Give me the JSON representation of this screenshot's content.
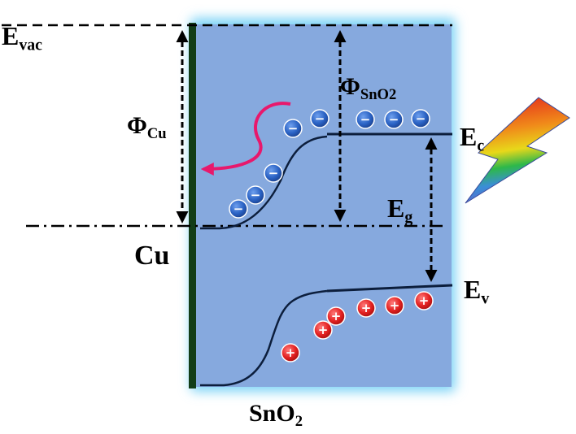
{
  "labels": {
    "evac": {
      "main": "E",
      "sub": "vac"
    },
    "phi_cu": {
      "main": "Φ",
      "sub": "Cu"
    },
    "phi_sno2": {
      "main": "Φ",
      "sub": "SnO2"
    },
    "ec": {
      "main": "E",
      "sub": "c"
    },
    "eg": {
      "main": "E",
      "sub": "g"
    },
    "ev": {
      "main": "E",
      "sub": "v"
    },
    "cu": "Cu",
    "sno2": {
      "main": "SnO",
      "sub": "2"
    }
  },
  "electron_symbol": "−",
  "hole_symbol": "+",
  "colors": {
    "semiconductor_fill": "#86a9de",
    "semiconductor_glow": "#7fd4f6",
    "metal": "#123d18",
    "band_line": "#0c1e3c",
    "electron": "#2a62c4",
    "hole": "#e32121",
    "arrow_pink": "#e8186c",
    "dashed": "#000000"
  },
  "icons": [
    "lightning-bolt-icon"
  ]
}
